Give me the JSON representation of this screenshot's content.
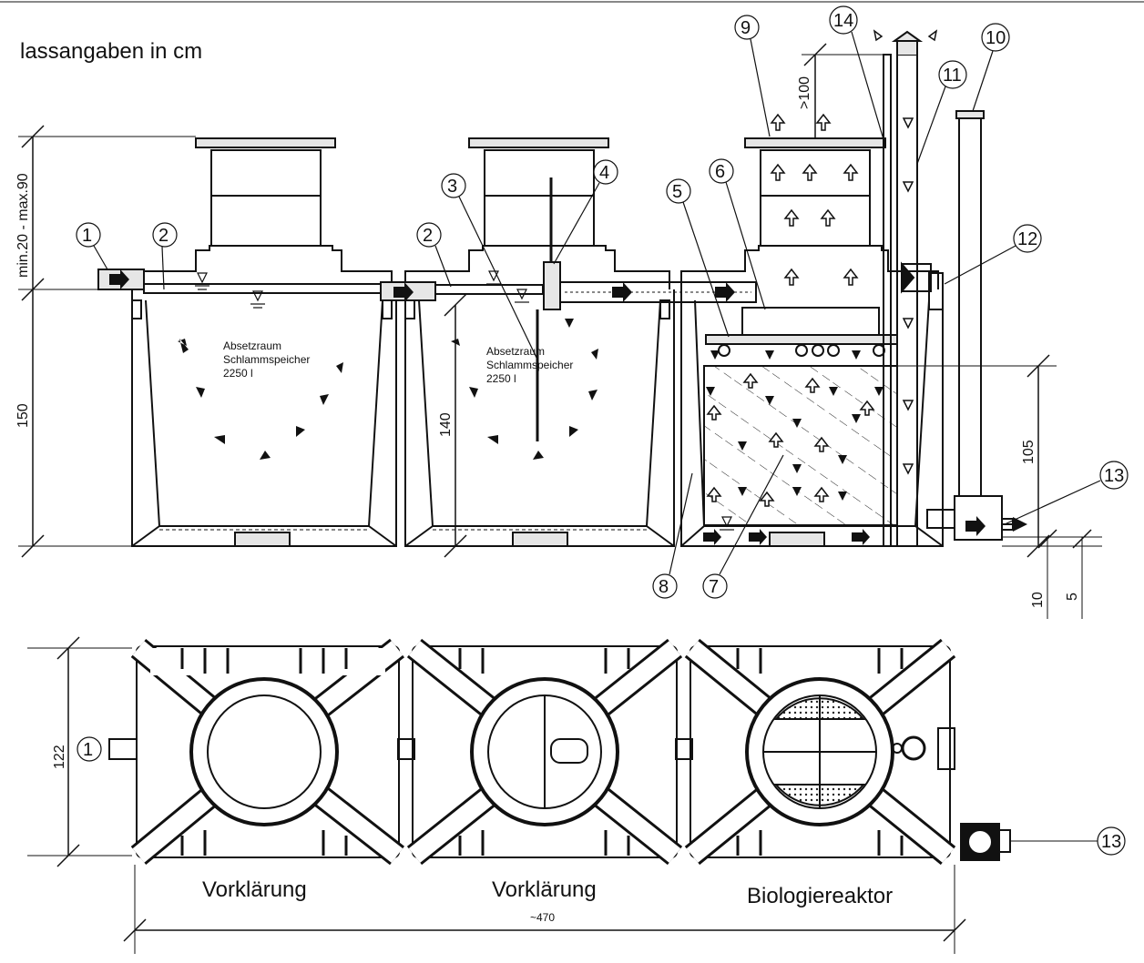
{
  "header": {
    "title": "lassangaben in cm"
  },
  "section_view": {
    "dims": {
      "top_range": "min.20 - max.90",
      "height_150": "150",
      "height_140": "140",
      "height_105": "105",
      "above_100": ">100",
      "gap_10": "10",
      "gap_5": "5"
    },
    "chamber1": {
      "line1": "Absetzraum",
      "line2": "Schlammspeicher",
      "line3": "2250 l"
    },
    "chamber2": {
      "line1": "Absetzraum",
      "line2": "Schlammspeicher",
      "line3": "2250 l"
    },
    "callouts": [
      "1",
      "2",
      "2",
      "3",
      "4",
      "5",
      "6",
      "7",
      "8",
      "9",
      "10",
      "11",
      "12",
      "13",
      "14"
    ]
  },
  "plan_view": {
    "width_dim": "122",
    "length_dim": "~470",
    "inlet_callout": "1",
    "outlet_callout": "13",
    "tank_labels": [
      "Vorklärung",
      "Vorklärung",
      "Biologiereaktor"
    ]
  },
  "colors": {
    "line": "#111111",
    "fill_gray": "#e6e6e6",
    "bg": "#ffffff"
  }
}
